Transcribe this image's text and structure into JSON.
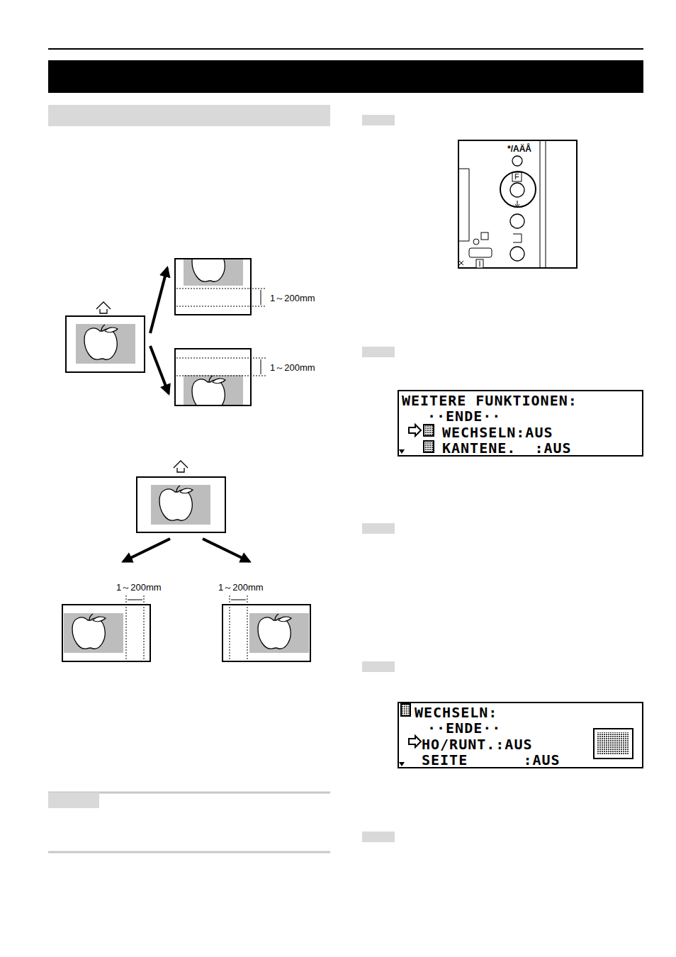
{
  "diagram": {
    "nodes": [
      {
        "text": [
          "WEITERE FUNKTIONEN:",
          "··ENDE··",
          "WECHSELN:AUS",
          "KANTENE.  :AUS"
        ]
      },
      {
        "text": [
          "WECHSELN:",
          "··ENDE··",
          "HO/RUNT.:AUS",
          "SEITE      :AUS"
        ]
      }
    ],
    "labels": [
      "*/AÄÅ",
      "F",
      "1～200mm",
      "1～200mm",
      "1～200mm",
      "1～200mm"
    ]
  }
}
